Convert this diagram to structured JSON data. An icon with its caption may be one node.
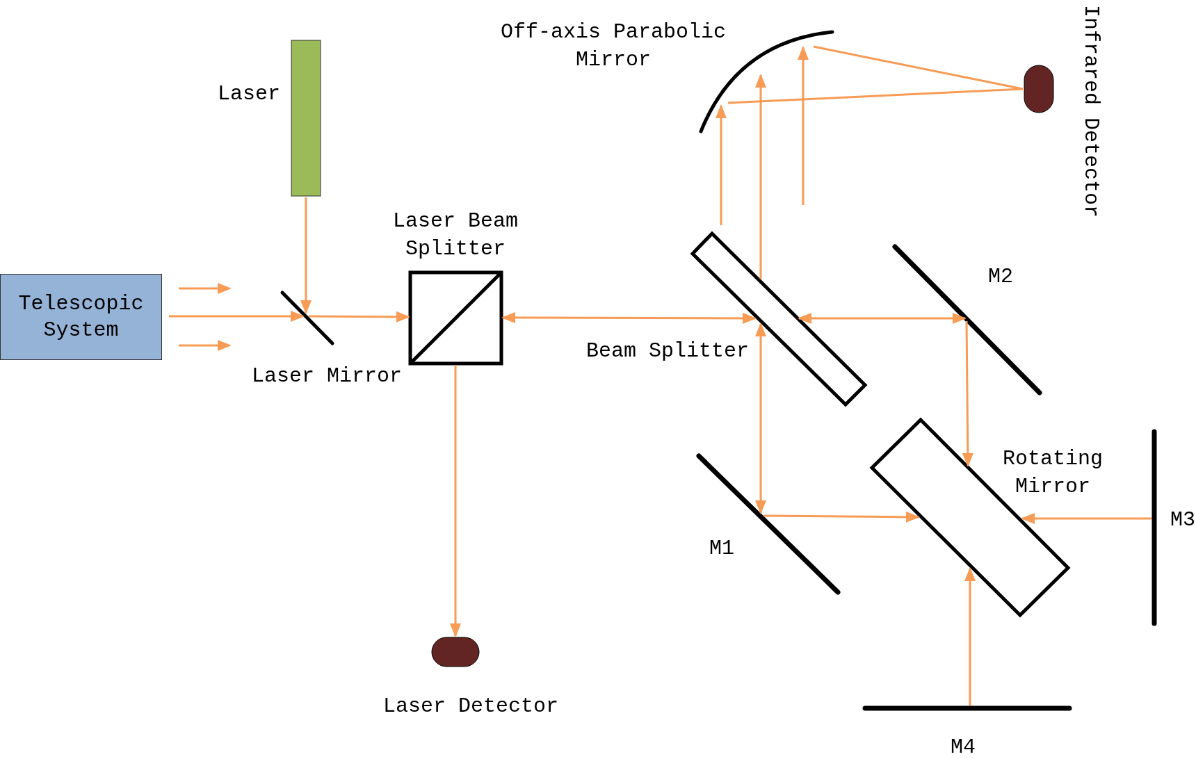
{
  "diagram": {
    "nodes": [
      {
        "text": [
          "Telescopic System"
        ]
      },
      {
        "text": [
          "Laser"
        ]
      },
      {
        "text": [
          "Laser Mirror"
        ]
      },
      {
        "text": [
          "Laser Beam Splitter"
        ]
      },
      {
        "text": [
          "Laser Detector"
        ]
      },
      {
        "text": [
          "Beam Splitter"
        ]
      },
      {
        "text": [
          "Off-axis Parabolic Mirror"
        ]
      },
      {
        "text": [
          "Infrared Detector"
        ]
      },
      {
        "text": [
          "M2"
        ]
      },
      {
        "text": [
          "M1"
        ]
      },
      {
        "text": [
          "Rotating Mirror"
        ]
      },
      {
        "text": [
          "M3"
        ]
      },
      {
        "text": [
          "M4"
        ]
      }
    ],
    "edges": [
      {
        "from": 0,
        "to": 2,
        "arrow": "to"
      },
      {
        "from": 1,
        "to": 2,
        "arrow": "to"
      },
      {
        "from": 2,
        "to": 3,
        "arrow": "to"
      },
      {
        "from": 3,
        "to": 4,
        "arrow": "to"
      },
      {
        "from": 3,
        "to": 5,
        "arrow": "both"
      },
      {
        "from": 5,
        "to": 8,
        "arrow": "both"
      },
      {
        "from": 5,
        "to": 9,
        "arrow": "both"
      },
      {
        "from": 9,
        "to": 10,
        "arrow": "to"
      },
      {
        "from": 11,
        "to": 10,
        "arrow": "to"
      },
      {
        "from": 8,
        "to": 10,
        "arrow": "to"
      },
      {
        "from": 12,
        "to": 10,
        "arrow": "to"
      },
      {
        "from": 5,
        "to": 6,
        "arrow": "to"
      },
      {
        "from": 5,
        "to": 6,
        "arrow": "to"
      },
      {
        "from": null,
        "to": 6,
        "arrow": "to"
      },
      {
        "from": 6,
        "to": 7,
        "arrow": "none"
      },
      {
        "from": 6,
        "to": 7,
        "arrow": "none"
      }
    ]
  }
}
